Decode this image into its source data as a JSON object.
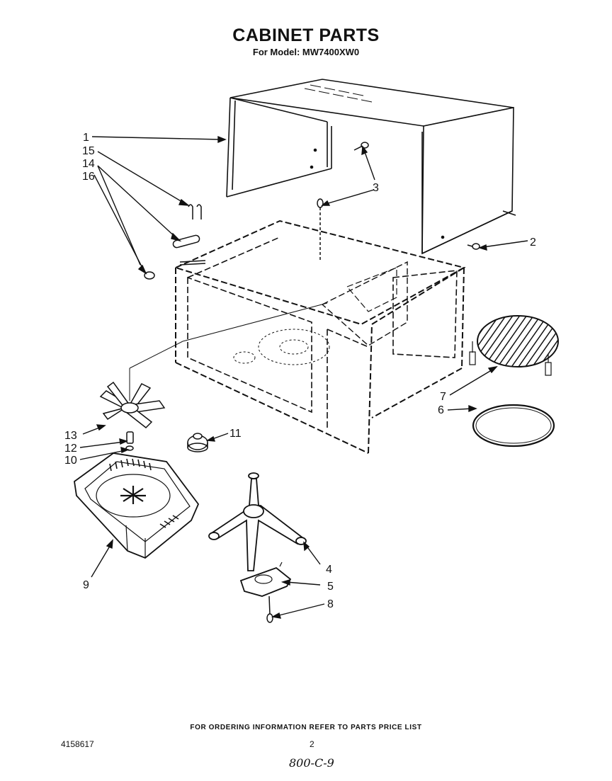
{
  "title": "CABINET PARTS",
  "subtitle": "For Model: MW7400XW0",
  "footer": "FOR ORDERING INFORMATION REFER TO PARTS PRICE LIST",
  "doc_number": "4158617",
  "page_number": "2",
  "handwritten_note": "800-C-9",
  "callouts": [
    "1",
    "15",
    "14",
    "16",
    "3",
    "2",
    "7",
    "6",
    "13",
    "12",
    "10",
    "11",
    "4",
    "5",
    "8",
    "9"
  ]
}
